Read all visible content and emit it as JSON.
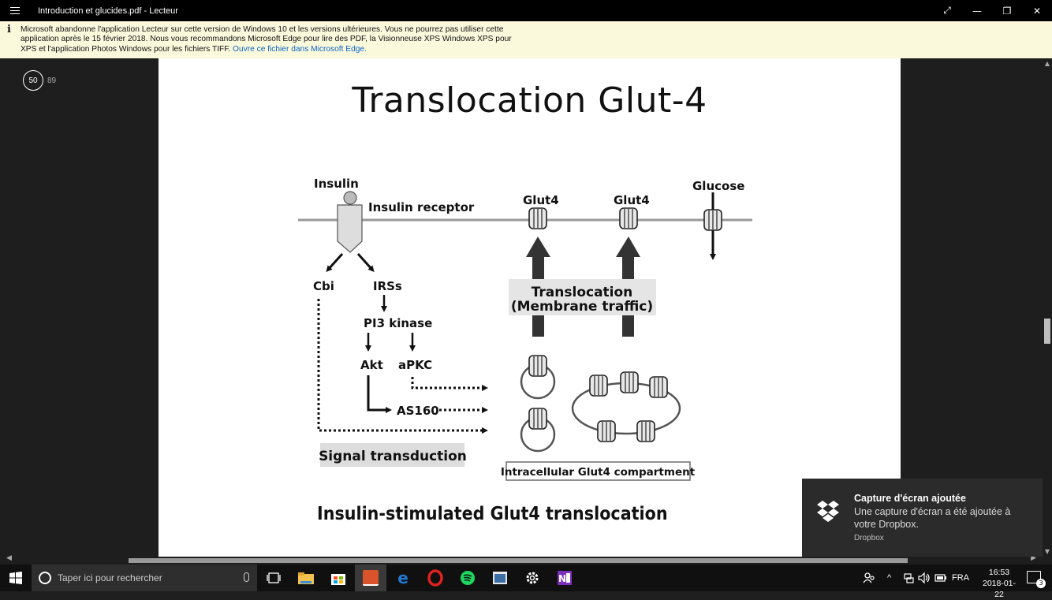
{
  "window": {
    "title": "Introduction et glucides.pdf - Lecteur",
    "controls": {
      "fullscreen": "⤢",
      "minimize": "—",
      "restore": "❐",
      "close": "✕"
    }
  },
  "banner": {
    "icon": "info-icon",
    "text": "Microsoft abandonne l'application Lecteur sur cette version de Windows 10 et les versions ultérieures. Vous ne pourrez pas utiliser cette application après le 15 février 2018. Nous vous recommandons Microsoft Edge pour lire des PDF, la Visionneuse XPS Windows XPS pour XPS et l'application Photos Windows pour les fichiers TIFF.",
    "link": "Ouvre ce fichier dans Microsoft Edge."
  },
  "pages": {
    "current": "50",
    "total": "89"
  },
  "slide": {
    "title": "Translocation Glut-4",
    "caption": "Insulin-stimulated Glut4 translocation",
    "diagram": {
      "insulin": "Insulin",
      "receptor": "Insulin receptor",
      "glut4_a": "Glut4",
      "glut4_b": "Glut4",
      "glucose": "Glucose",
      "cbi": "Cbi",
      "irss": "IRSs",
      "pi3k": "PI3 kinase",
      "akt": "Akt",
      "apkc": "aPKC",
      "as160": "AS160",
      "translocation_1": "Translocation",
      "translocation_2": "(Membrane traffic)",
      "signal": "Signal transduction",
      "compartment": "Intracellular Glut4 compartment"
    }
  },
  "toast": {
    "title": "Capture d'écran ajoutée",
    "body": "Une capture d'écran a été ajoutée à votre Dropbox.",
    "source": "Dropbox",
    "icon": "dropbox-icon"
  },
  "taskbar": {
    "search_placeholder": "Taper ici pour rechercher",
    "language": "FRA",
    "time": "16:53",
    "date": "2018-01-22",
    "notification_count": "3",
    "colors": {
      "explorer": "#f2c14e",
      "store": "#ffffff",
      "reader": "#d9542a",
      "edge": "#1f7ad6",
      "opera": "#e0211f",
      "spotify": "#1ed760",
      "onenote": "#7b2fbf"
    }
  }
}
